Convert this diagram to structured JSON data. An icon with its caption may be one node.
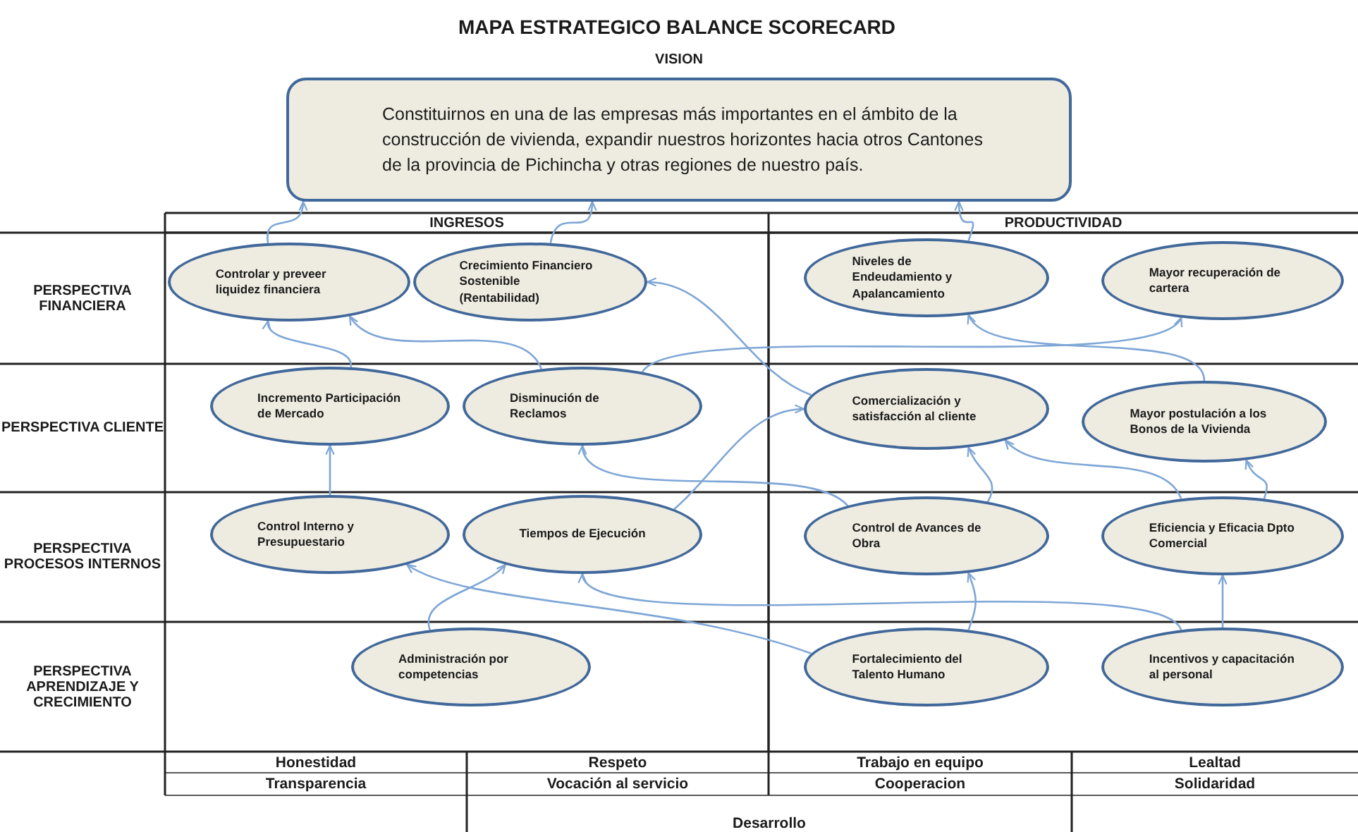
{
  "diagram": {
    "title": "MAPA ESTRATEGICO BALANCE SCORECARD",
    "nodes": [
      {
        "text": [
          "VISION",
          "Constituirnos en una de las empresas más importantes en el ámbito de la construcción de vivienda, expandir nuestros horizontes hacia otros Cantones de la provincia de Pichincha y otras regiones de nuestro país."
        ]
      },
      {
        "text": [
          "Controlar y preveer liquidez financiera"
        ]
      },
      {
        "text": [
          "Crecimiento Financiero Sostenible (Rentabilidad)"
        ]
      },
      {
        "text": [
          "Niveles de Endeudamiento y Apalancamiento"
        ]
      },
      {
        "text": [
          "Mayor recuperación de cartera"
        ]
      },
      {
        "text": [
          "Incremento Participación de Mercado"
        ]
      },
      {
        "text": [
          "Disminución de Reclamos"
        ]
      },
      {
        "text": [
          "Comercialización y satisfacción al cliente"
        ]
      },
      {
        "text": [
          "Mayor postulación a los Bonos de la Vivienda"
        ]
      },
      {
        "text": [
          "Control Interno y Presupuestario"
        ]
      },
      {
        "text": [
          "Tiempos de Ejecución"
        ]
      },
      {
        "text": [
          "Control de Avances de Obra"
        ]
      },
      {
        "text": [
          "Eficiencia y Eficacia Dpto Comercial"
        ]
      },
      {
        "text": [
          "Administración por competencias"
        ]
      },
      {
        "text": [
          "Fortalecimiento del Talento Humano"
        ]
      },
      {
        "text": [
          "Incentivos y capacitación al personal"
        ]
      }
    ],
    "edges": [
      {
        "from": 1,
        "to": 0,
        "arrow": "to"
      },
      {
        "from": 2,
        "to": 0,
        "arrow": "to"
      },
      {
        "from": 3,
        "to": 0,
        "arrow": "to"
      },
      {
        "from": 5,
        "to": 1,
        "arrow": "to"
      },
      {
        "from": 6,
        "to": 1,
        "arrow": "to"
      },
      {
        "from": 6,
        "to": 4,
        "arrow": "to"
      },
      {
        "from": 7,
        "to": 2,
        "arrow": "to"
      },
      {
        "from": 8,
        "to": 3,
        "arrow": "to"
      },
      {
        "from": 9,
        "to": 5,
        "arrow": "to"
      },
      {
        "from": 10,
        "to": 7,
        "arrow": "to"
      },
      {
        "from": 11,
        "to": 6,
        "arrow": "to"
      },
      {
        "from": 11,
        "to": 7,
        "arrow": "to"
      },
      {
        "from": 12,
        "to": 7,
        "arrow": "to"
      },
      {
        "from": 12,
        "to": 8,
        "arrow": "to"
      },
      {
        "from": 13,
        "to": 10,
        "arrow": "to"
      },
      {
        "from": 14,
        "to": 9,
        "arrow": "to"
      },
      {
        "from": 14,
        "to": 11,
        "arrow": "to"
      },
      {
        "from": 15,
        "to": 10,
        "arrow": "to"
      },
      {
        "from": 15,
        "to": 12,
        "arrow": "to"
      }
    ],
    "labels": [
      "INGRESOS",
      "PRODUCTIVIDAD",
      "PERSPECTIVA FINANCIERA",
      "PERSPECTIVA CLIENTE",
      "PERSPECTIVA PROCESOS INTERNOS",
      "PERSPECTIVA APRENDIZAJE Y CRECIMIENTO",
      "Honestidad",
      "Respeto",
      "Trabajo en equipo",
      "Lealtad",
      "Transparencia",
      "Vocación al servicio",
      "Cooperacion",
      "Solidaridad",
      "Desarrollo"
    ]
  }
}
